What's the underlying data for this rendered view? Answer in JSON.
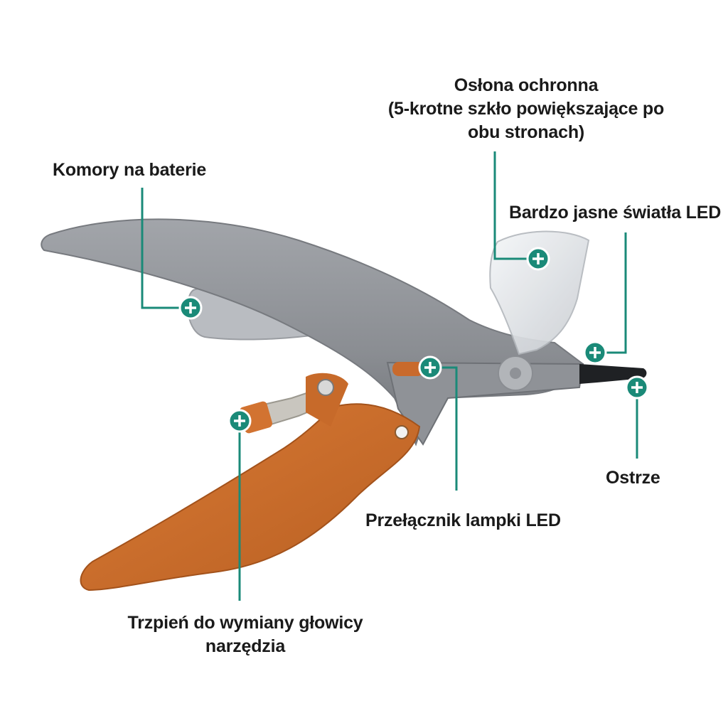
{
  "colors": {
    "accent": "#1a8a78",
    "body_grey": "#8c8f94",
    "handle_orange": "#c76a2a",
    "text": "#1a1a1a"
  },
  "hotspot_icon": "plus-circle-icon",
  "annotations": {
    "battery": {
      "lines": [
        "Komory na baterie"
      ]
    },
    "shield": {
      "lines": [
        "Osłona ochronna",
        "(5-krotne szkło powiększające po",
        "obu stronach)"
      ]
    },
    "led_lights": {
      "lines": [
        "Bardzo jasne światła LED"
      ]
    },
    "blade": {
      "lines": [
        "Ostrze"
      ]
    },
    "led_switch": {
      "lines": [
        "Przełącznik lampki LED"
      ]
    },
    "pin": {
      "lines": [
        "Trzpień do wymiany głowicy",
        "narzędzia"
      ]
    }
  }
}
